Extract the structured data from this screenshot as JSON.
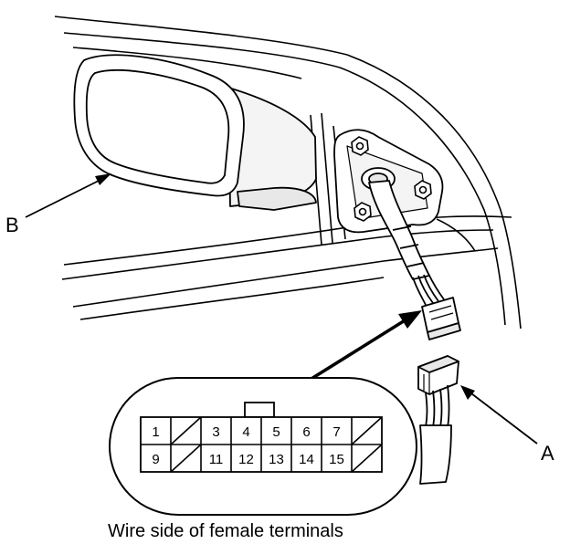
{
  "callouts": {
    "a": "A",
    "b": "B"
  },
  "connector": {
    "caption": "Wire side of female terminals",
    "top_row": [
      "1",
      "",
      "3",
      "4",
      "5",
      "6",
      "7",
      ""
    ],
    "bottom_row": [
      "9",
      "",
      "11",
      "12",
      "13",
      "14",
      "15",
      ""
    ],
    "unused_cells": [
      "top-2",
      "top-8",
      "bottom-2",
      "bottom-8"
    ]
  }
}
